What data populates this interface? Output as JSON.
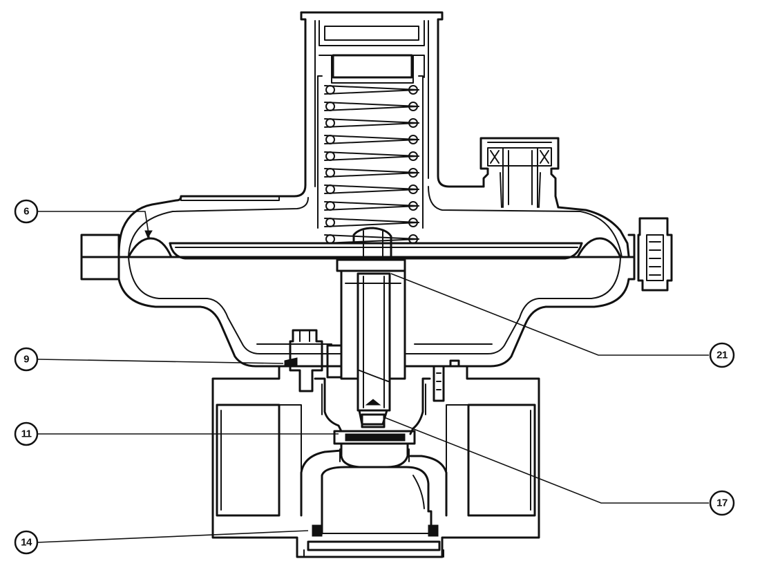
{
  "diagram": {
    "type": "cross-section drawing",
    "callouts": [
      {
        "id": "c6",
        "label": "6"
      },
      {
        "id": "c9",
        "label": "9"
      },
      {
        "id": "c11",
        "label": "11"
      },
      {
        "id": "c14",
        "label": "14"
      },
      {
        "id": "c17",
        "label": "17"
      },
      {
        "id": "c21",
        "label": "21"
      }
    ]
  }
}
